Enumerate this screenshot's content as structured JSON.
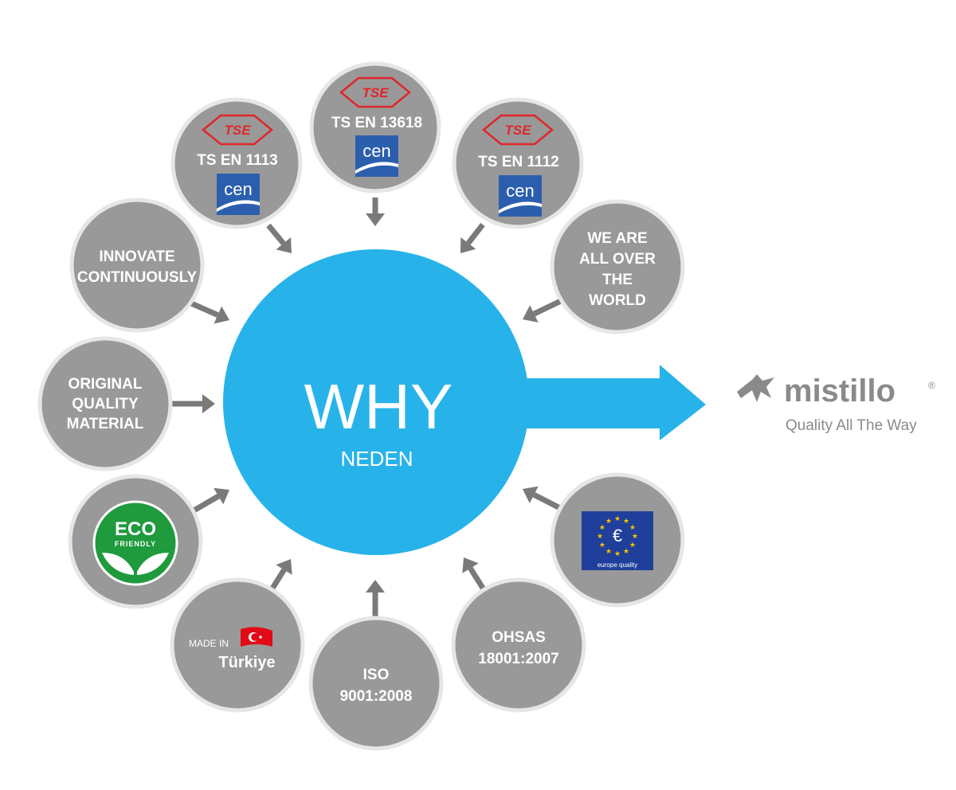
{
  "center": {
    "title": "WHY",
    "subtitle": "NEDEN",
    "color": "#27b3ea"
  },
  "nodes": {
    "tse_1113": {
      "mark": "TSE",
      "standard": "TS EN 1113",
      "logo": "cen"
    },
    "tse_13618": {
      "mark": "TSE",
      "standard": "TS EN 13618",
      "logo": "cen"
    },
    "tse_1112": {
      "mark": "TSE",
      "standard": "TS EN 1112",
      "logo": "cen"
    },
    "innovate": {
      "lines": [
        "INNOVATE",
        "CONTINUOUSLY"
      ]
    },
    "world": {
      "lines": [
        "WE ARE",
        "ALL OVER",
        "THE",
        "WORLD"
      ]
    },
    "original": {
      "lines": [
        "ORIGINAL",
        "QUALITY",
        "MATERIAL"
      ]
    },
    "eco": {
      "title": "ECO",
      "subtitle": "FRIENDLY",
      "color": "#1f9a3d"
    },
    "europe": {
      "symbol": "€",
      "label": "europe quality",
      "color": "#1f3f9a",
      "star_color": "#f2c400"
    },
    "turkiye": {
      "line1": "MADE IN",
      "line2": "Türkiye",
      "flag_color": "#e30a17"
    },
    "iso": {
      "lines": [
        "ISO",
        "9001:2008"
      ]
    },
    "ohsas": {
      "lines": [
        "OHSAS",
        "18001:2007"
      ]
    }
  },
  "brand": {
    "name": "mistillo",
    "registered": "®",
    "tagline": "Quality All The Way",
    "color": "#8a8a8a"
  }
}
